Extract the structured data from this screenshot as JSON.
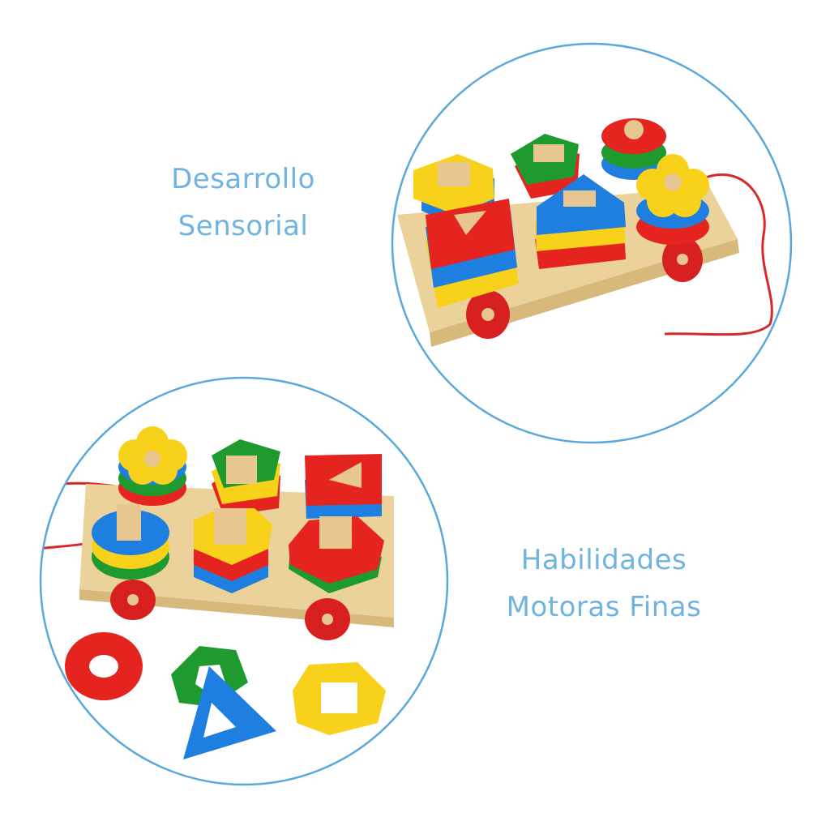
{
  "captions": {
    "top": {
      "line1": "Desarrollo",
      "line2": "Sensorial"
    },
    "bottom": {
      "line1": "Habilidades",
      "line2": "Motoras Finas"
    }
  },
  "colors": {
    "caption_text": "#6fb3df",
    "circle_border": "#5aa8db",
    "toy_red": "#e52420",
    "toy_yellow": "#f8d21a",
    "toy_blue": "#1f7fe0",
    "toy_green": "#1e9a2e",
    "wood": "#e9cf96"
  },
  "images": {
    "top": "wooden-shape-sorter-pull-toy-photo",
    "bottom": "wooden-shape-sorter-with-loose-pieces-photo"
  }
}
